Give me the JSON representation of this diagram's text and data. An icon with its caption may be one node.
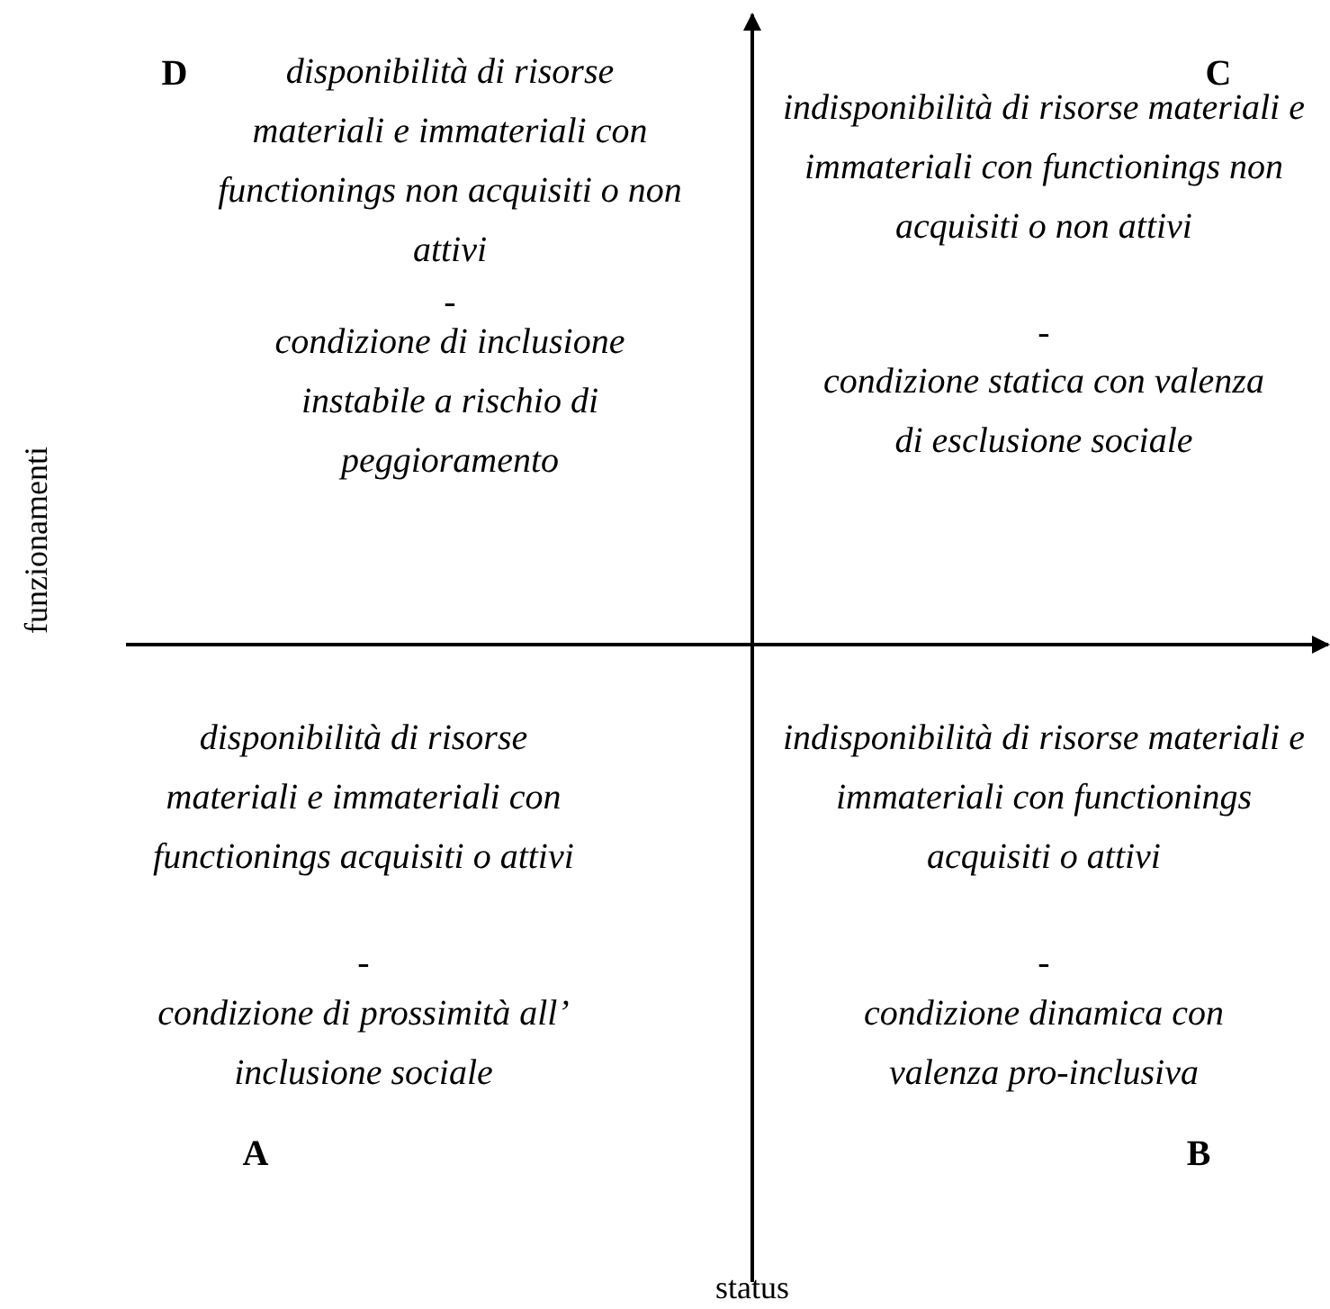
{
  "diagram": {
    "labels": [
      "C",
      "D",
      "disponibilità di risorse materiali e immateriali con functionings non acquisiti o non attivi",
      "-",
      "condizione di inclusione instabile a rischio di peggioramento",
      "indisponibilità di risorse materiali e immateriali con functionings non acquisiti o non attivi",
      "-",
      "condizione statica con valenza di esclusione sociale",
      "funzionamenti",
      "disponibilità di risorse materiali e immateriali con functionings acquisiti o attivi",
      "-",
      "condizione di prossimità all’ inclusione sociale",
      "indisponibilità di risorse materiali e immateriali con functionings acquisiti o attivi",
      "-",
      "condizione dinamica con valenza pro-inclusiva",
      "A",
      "B",
      "status"
    ]
  }
}
